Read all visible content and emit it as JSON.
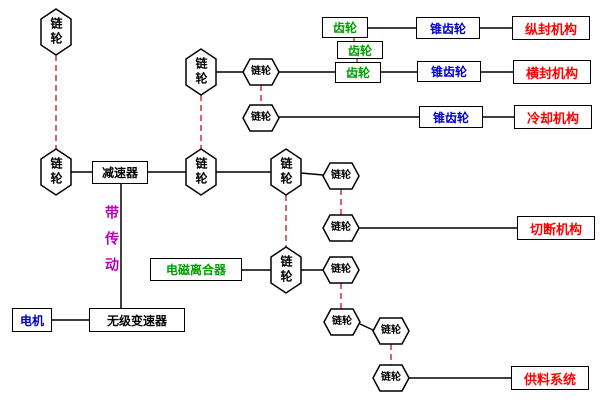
{
  "diagram": {
    "description_labels": {
      "chain_wheel": "链轮",
      "gear": "齿轮",
      "bevel_gear": "锥齿轮",
      "reducer": "减速器",
      "belt_drive": "带传动",
      "electromagnetic_clutch": "电磁离合器",
      "motor": "电机",
      "cvt": "无级变速器",
      "longitudinal_sealing": "纵封机构",
      "transverse_sealing": "横封机构",
      "cooling": "冷却机构",
      "cutting": "切断机构",
      "feeding": "供料系统"
    },
    "colors": {
      "gear_text": "#00a000",
      "bevel_gear_text": "#0000cc",
      "mechanism_text": "#ff0000",
      "motor_text": "#0000cc",
      "clutch_text": "#00a000",
      "belt_drive_text": "#bb00bb",
      "chain_dashed_line": "#cc3333",
      "solid_line": "#000000",
      "node_border": "#000000",
      "background": "#ffffff"
    }
  }
}
